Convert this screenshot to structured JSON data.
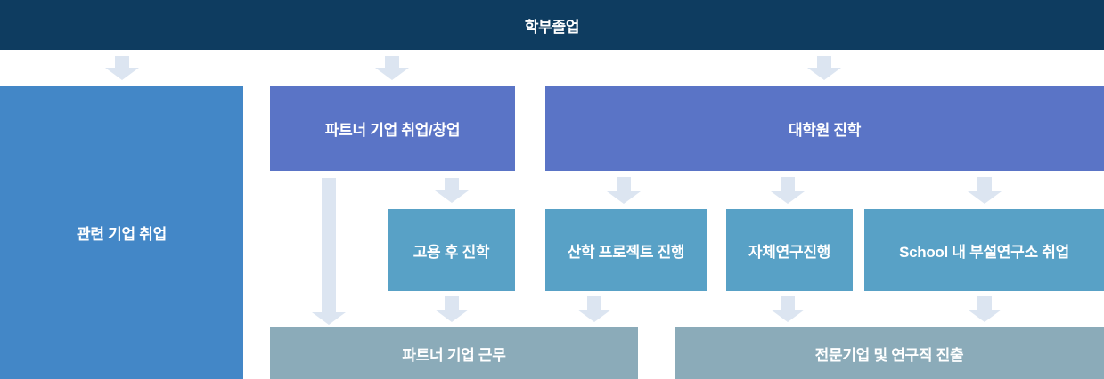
{
  "diagram": {
    "title": "학부졸업",
    "nodes": {
      "root": {
        "label": "학부졸업"
      },
      "related_job": {
        "label": "관련 기업 취업"
      },
      "partner_job": {
        "label": "파트너 기업 취업/창업"
      },
      "grad_school": {
        "label": "대학원 진학"
      },
      "study_after_employment": {
        "label": "고용 후 진학"
      },
      "industry_project": {
        "label": "산학 프로젝트 진행"
      },
      "self_research": {
        "label": "자체연구진행"
      },
      "school_institute": {
        "label": "School 내 부설연구소 취업"
      },
      "partner_work": {
        "label": "파트너 기업 근무"
      },
      "professional_advance": {
        "label": "전문기업 및 연구직 진출"
      }
    },
    "edges": [
      {
        "from": "root",
        "to": "related_job"
      },
      {
        "from": "root",
        "to": "partner_job"
      },
      {
        "from": "root",
        "to": "grad_school"
      },
      {
        "from": "partner_job",
        "to": "partner_work"
      },
      {
        "from": "partner_job",
        "to": "study_after_employment"
      },
      {
        "from": "grad_school",
        "to": "industry_project"
      },
      {
        "from": "grad_school",
        "to": "self_research"
      },
      {
        "from": "grad_school",
        "to": "school_institute"
      },
      {
        "from": "study_after_employment",
        "to": "partner_work"
      },
      {
        "from": "industry_project",
        "to": "partner_work"
      },
      {
        "from": "self_research",
        "to": "professional_advance"
      },
      {
        "from": "school_institute",
        "to": "professional_advance"
      }
    ],
    "colors": {
      "header_bg": "#0e3c60",
      "primary_blue": "#4387c7",
      "indigo": "#5a74c6",
      "teal": "#58a1c6",
      "slate": "#8babb9",
      "arrow": "#dce5f1",
      "text": "#ffffff"
    }
  }
}
